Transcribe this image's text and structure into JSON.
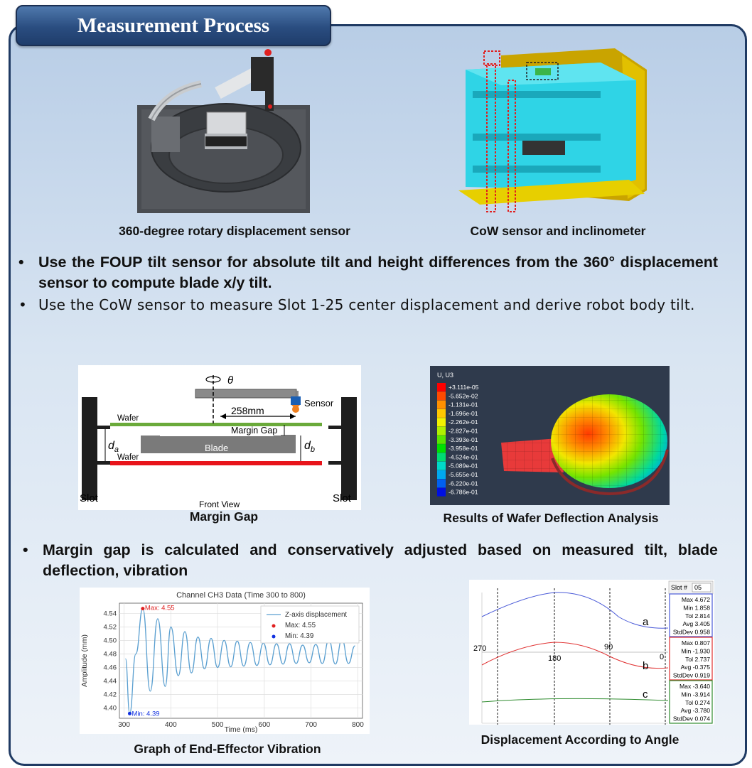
{
  "header": {
    "title": "Measurement Process"
  },
  "top_figures": {
    "left_caption": "360-degree rotary displacement sensor",
    "right_caption": "CoW sensor and inclinometer"
  },
  "bullets_1": [
    "Use the FOUP tilt sensor for absolute tilt and height differences from the 360° displacement sensor to compute blade x/y tilt.",
    "Use the CoW sensor to measure Slot 1-25 center displacement and derive robot body tilt."
  ],
  "margin_gap": {
    "caption": "Margin Gap",
    "theta": "θ",
    "sensor_label": "Sensor",
    "distance_label": "258mm",
    "wafer_top": "Wafer",
    "wafer_bottom": "Wafer",
    "margin_gap_label": "Margin Gap",
    "blade_label": "Blade",
    "da": "d",
    "da_sub": "a",
    "db": "d",
    "db_sub": "b",
    "slot_left": "Slot",
    "slot_right": "Slot",
    "front_view": "Front View"
  },
  "deflection": {
    "caption": "Results of Wafer Deflection Analysis",
    "legend_title": "U, U3",
    "legend_values": [
      "+3.111e-05",
      "-5.652e-02",
      "-1.131e-01",
      "-1.696e-01",
      "-2.262e-01",
      "-2.827e-01",
      "-3.393e-01",
      "-3.958e-01",
      "-4.524e-01",
      "-5.089e-01",
      "-5.655e-01",
      "-6.220e-01",
      "-6.786e-01"
    ],
    "legend_colors": [
      "#ff0000",
      "#ff4a00",
      "#ff9000",
      "#ffc800",
      "#f2f200",
      "#b0f000",
      "#5ae600",
      "#00e000",
      "#00dc72",
      "#00d8c8",
      "#00a8f0",
      "#0060f0",
      "#0010e0"
    ]
  },
  "bullets_2": [
    "Margin gap is calculated and conservatively adjusted based on measured tilt, blade deflection, vibration"
  ],
  "vibration": {
    "caption": "Graph of End-Effector Vibration",
    "chart_data": {
      "type": "line",
      "title": "Channel CH3 Data (Time 300 to 800)",
      "xlabel": "Time (ms)",
      "ylabel": "Amplitude (mm)",
      "xlim": [
        290,
        810
      ],
      "ylim": [
        4.385,
        4.555
      ],
      "xticks": [
        300,
        400,
        500,
        600,
        700,
        800
      ],
      "yticks": [
        4.4,
        4.42,
        4.44,
        4.46,
        4.48,
        4.5,
        4.52,
        4.54
      ],
      "legend": [
        "Z-axis displacement",
        "Max: 4.55",
        "Min: 4.39"
      ],
      "legend_placement": "top-right",
      "max_point": {
        "x": 340,
        "y": 4.547,
        "label": "Max: 4.55"
      },
      "min_point": {
        "x": 312,
        "y": 4.392,
        "label": "Min: 4.39"
      },
      "series": [
        {
          "name": "Z-axis displacement",
          "x": [
            303,
            312,
            325,
            340,
            356,
            372,
            388,
            400,
            416,
            430,
            444,
            458,
            472,
            486,
            500,
            514,
            528,
            542,
            556,
            570,
            584,
            598,
            612,
            626,
            640,
            654,
            668,
            682,
            696,
            710,
            724,
            738,
            752,
            766,
            780,
            794
          ],
          "y": [
            4.473,
            4.392,
            4.48,
            4.547,
            4.425,
            4.532,
            4.432,
            4.52,
            4.448,
            4.513,
            4.452,
            4.505,
            4.458,
            4.503,
            4.46,
            4.5,
            4.461,
            4.499,
            4.462,
            4.497,
            4.463,
            4.496,
            4.464,
            4.495,
            4.465,
            4.495,
            4.466,
            4.493,
            4.467,
            4.494,
            4.466,
            4.501,
            4.465,
            4.502,
            4.466,
            4.492
          ]
        }
      ],
      "grid": true
    }
  },
  "angle_plot": {
    "caption": "Displacement According to Angle",
    "slot_label": "Slot #",
    "slot_value": "05",
    "angle_labels": [
      "270",
      "180",
      "90",
      "0"
    ],
    "curve_labels": [
      "a",
      "b",
      "c"
    ],
    "series_colors": [
      "#4a5ad8",
      "#e03030",
      "#2e8b2e"
    ],
    "stats": [
      {
        "lines": [
          "Max 4.672",
          "Min 1.858",
          "Tol 2.814",
          "Avg 3.405",
          "StdDev 0.958"
        ]
      },
      {
        "lines": [
          "Max 0.807",
          "Min -1.930",
          "Tol 2.737",
          "Avg -0.375",
          "StdDev 0.919"
        ]
      },
      {
        "lines": [
          "Max -3.640",
          "Min -3.914",
          "Tol 0.274",
          "Avg -3.780",
          "StdDev 0.074"
        ]
      }
    ]
  }
}
